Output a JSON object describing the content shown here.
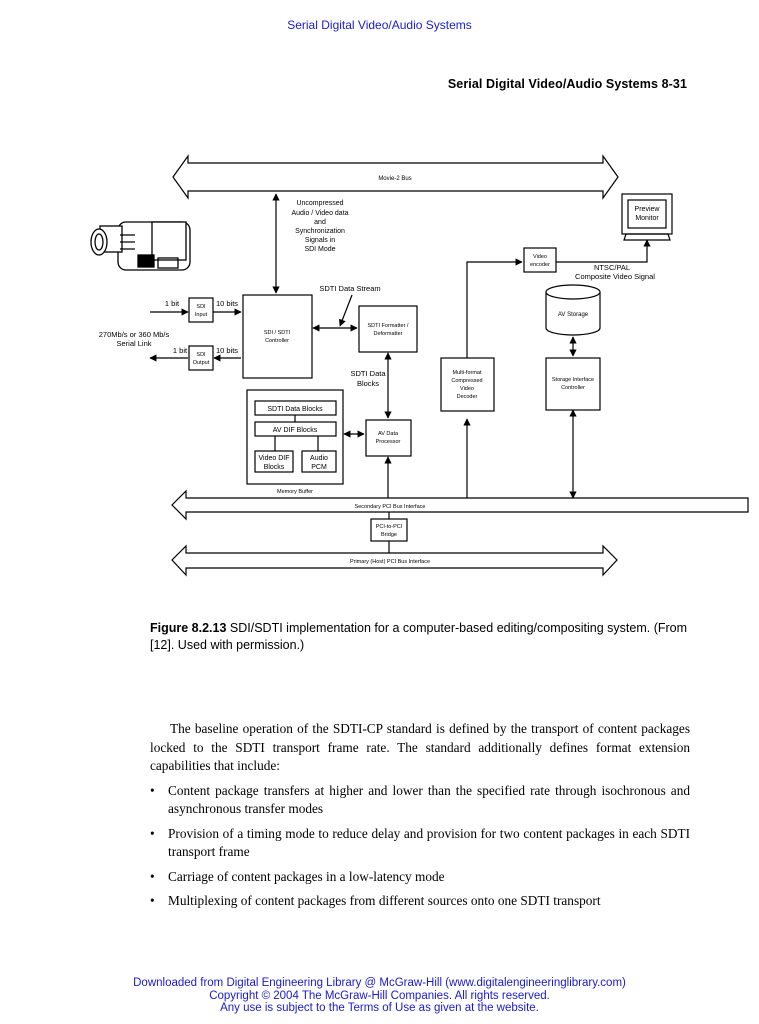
{
  "header": {
    "top_link": "Serial Digital Video/Audio Systems",
    "running_head": "Serial Digital Video/Audio Systems 8-31"
  },
  "figure": {
    "bus_movie2": "Movie-2 Bus",
    "uncompressed_lines": [
      "Uncompressed",
      "Audio / Video data",
      "and",
      "Synchronization",
      "Signals in",
      "SDI Mode"
    ],
    "preview_monitor": [
      "Preview",
      "Monitor"
    ],
    "video_encoder": [
      "Video",
      "encoder"
    ],
    "ntsc_pal": "NTSC/PAL",
    "composite_signal": "Composite Video Signal",
    "sdti_data_stream": "SDTI Data Stream",
    "bit_in": "1 bit",
    "bits_in": "10 bits",
    "bit_out": "1 bit",
    "bits_out": "10 bits",
    "sdi_input": [
      "SDI",
      "Input"
    ],
    "sdi_output": [
      "SDI",
      "Output"
    ],
    "serial_link": [
      "270Mb/s or 360 Mb/s",
      "Serial Link"
    ],
    "sdi_sdti_controller": [
      "SDI / SDTI",
      "Controller"
    ],
    "sdti_formatter": [
      "SDTI Formatter /",
      "Deformatter"
    ],
    "av_storage": "AV Storage",
    "sdti_data_blocks_label": [
      "SDTI Data",
      "Blocks"
    ],
    "multiformat_decoder": [
      "Multi-format",
      "Compressed",
      "Video",
      "Decoder"
    ],
    "storage_interface": [
      "Storage Interface",
      "Controller"
    ],
    "mem_sdti_blocks": "SDTI Data Blocks",
    "mem_av_dif": "AV DIF Blocks",
    "mem_video_dif": [
      "Video DIF",
      "Blocks"
    ],
    "mem_audio_pcm": [
      "Audio",
      "PCM"
    ],
    "memory_buffer": "Memory Buffer",
    "av_data_processor": [
      "AV Data",
      "Processor"
    ],
    "secondary_bus": "Secondary PCI Bus Interface",
    "pci_bridge": [
      "PCI-to-PCI",
      "Bridge"
    ],
    "primary_bus": "Primary (Host) PCI Bus Interface"
  },
  "caption": {
    "label": "Figure 8.2.13",
    "text": "  SDI/SDTI implementation for a computer-based editing/compositing system. (From [12]. Used with permission.)"
  },
  "body": {
    "paragraph": "The baseline operation of the SDTI-CP standard is defined by the transport of content packages locked to the SDTI transport frame rate. The standard additionally defines format extension capabilities that include:",
    "bullets": [
      "Content package transfers at higher and lower than the specified rate through isochronous and asynchronous transfer modes",
      "Provision of a timing mode to reduce delay and provision for two content packages in each SDTI transport frame",
      "Carriage of content packages in a low-latency mode",
      "Multiplexing of content packages from different sources onto one SDTI transport"
    ],
    "bullet_glyph": "•"
  },
  "footer": {
    "line1": "Downloaded from Digital Engineering Library @ McGraw-Hill (www.digitalengineeringlibrary.com)",
    "line2": "Copyright © 2004 The McGraw-Hill Companies. All rights reserved.",
    "line3": "Any use is subject to the Terms of Use as given at the website."
  }
}
